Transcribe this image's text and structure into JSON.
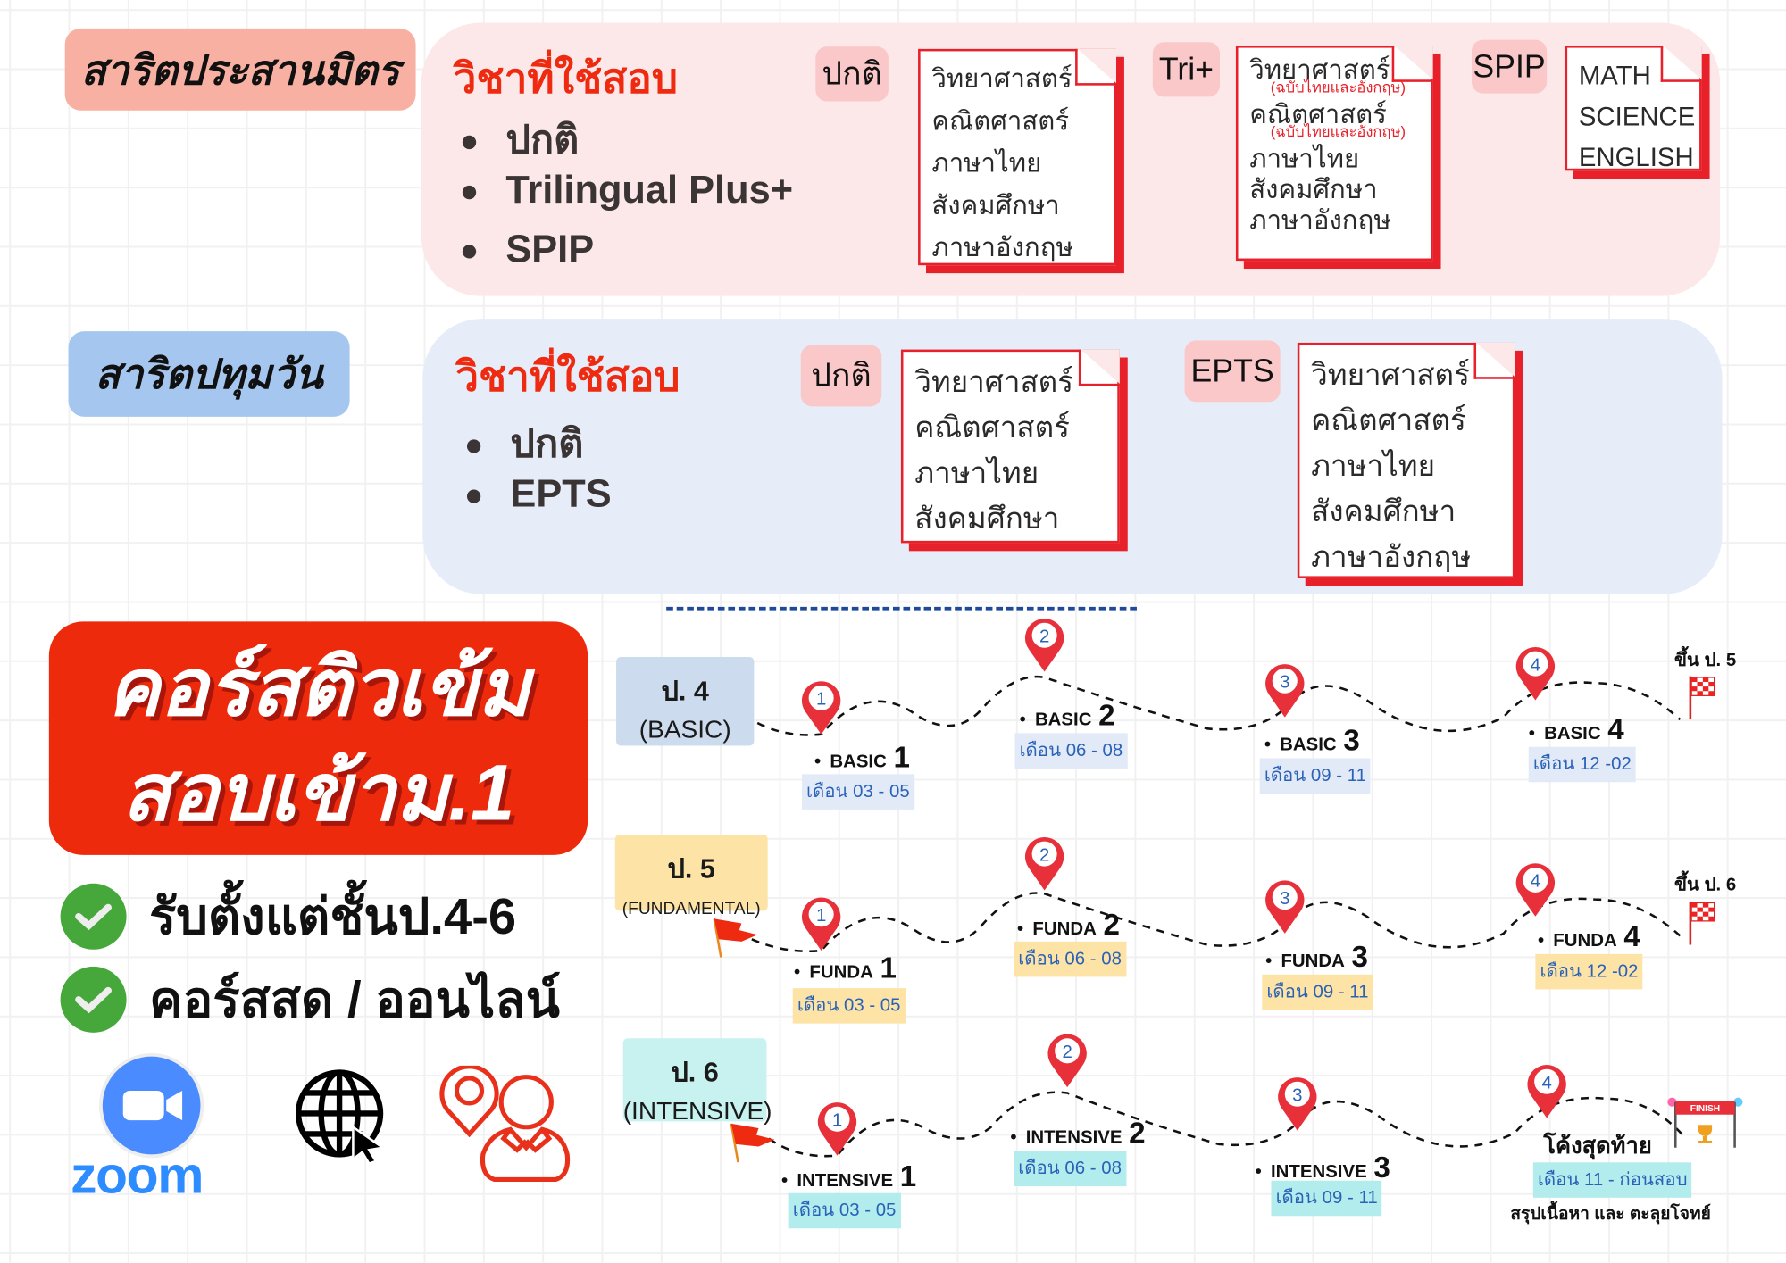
{
  "campus1": {
    "name": "สาริตประสานมิตร",
    "subjects_title": "วิชาที่ใช้สอบ",
    "programs": [
      "ปกติ",
      "Trilingual Plus+",
      "SPIP"
    ],
    "docs": [
      {
        "tag": "ปกติ",
        "lines": [
          {
            "t": "วิทยาศาสตร์"
          },
          {
            "t": "คณิตศาสตร์"
          },
          {
            "t": "ภาษาไทย"
          },
          {
            "t": "สังคมศึกษา"
          },
          {
            "t": "ภาษาอังกฤษ"
          }
        ]
      },
      {
        "tag": "Tri+",
        "lines": [
          {
            "t": "วิทยาศาสตร์",
            "sub": "(ฉบับไทยและอังกฤษ)"
          },
          {
            "t": "คณิตศาสตร์",
            "sub": "(ฉบับไทยและอังกฤษ)"
          },
          {
            "t": "ภาษาไทย"
          },
          {
            "t": "สังคมศึกษา"
          },
          {
            "t": "ภาษาอังกฤษ"
          }
        ]
      },
      {
        "tag": "SPIP",
        "lines": [
          {
            "t": "MATH"
          },
          {
            "t": "SCIENCE"
          },
          {
            "t": "ENGLISH"
          }
        ]
      }
    ]
  },
  "campus2": {
    "name": "สาริตปทุมวัน",
    "subjects_title": "วิชาที่ใช้สอบ",
    "programs": [
      "ปกติ",
      "EPTS"
    ],
    "docs": [
      {
        "tag": "ปกติ",
        "lines": [
          {
            "t": "วิทยาศาสตร์"
          },
          {
            "t": "คณิตศาสตร์"
          },
          {
            "t": "ภาษาไทย"
          },
          {
            "t": "สังคมศึกษา"
          }
        ]
      },
      {
        "tag": "EPTS",
        "lines": [
          {
            "t": "วิทยาศาสตร์"
          },
          {
            "t": "คณิตศาสตร์"
          },
          {
            "t": "ภาษาไทย"
          },
          {
            "t": "สังคมศึกษา"
          },
          {
            "t": "ภาษาอังกฤษ"
          }
        ]
      }
    ]
  },
  "headline": {
    "line1": "คอร์สติวเข้ม",
    "line2": "สอบเข้าม.1"
  },
  "features": [
    "รับตั้งแต่ชั้นป.4-6",
    "คอร์สสด / ออนไลน์"
  ],
  "icons": {
    "zoom_label": "zoom",
    "zoom": "zoom-video-icon",
    "web": "globe-cursor-icon",
    "onsite": "location-person-icon"
  },
  "colors": {
    "red": "#ee2a10",
    "pin": "#e8303a",
    "navy": "#1f4a9a",
    "green": "#46a83a"
  },
  "timeline": [
    {
      "grade": "ป. 4",
      "level": "(BASIC)",
      "bg": "#ccdcee",
      "date_bg": "#e2eaf7",
      "end": "ขึ้น ป. 5",
      "stages": [
        {
          "n": "1",
          "name": "BASIC",
          "date": "เดือน 03 - 05"
        },
        {
          "n": "2",
          "name": "BASIC",
          "date": "เดือน 06 - 08"
        },
        {
          "n": "3",
          "name": "BASIC",
          "date": "เดือน 09 - 11"
        },
        {
          "n": "4",
          "name": "BASIC",
          "date": "เดือน 12 -02"
        }
      ]
    },
    {
      "grade": "ป. 5",
      "level": "(FUNDAMENTAL)",
      "bg": "#fde4a6",
      "date_bg": "#fde4a6",
      "end": "ขึ้น ป. 6",
      "stages": [
        {
          "n": "1",
          "name": "FUNDA",
          "date": "เดือน 03 - 05"
        },
        {
          "n": "2",
          "name": "FUNDA",
          "date": "เดือน 06 - 08"
        },
        {
          "n": "3",
          "name": "FUNDA",
          "date": "เดือน 09 - 11"
        },
        {
          "n": "4",
          "name": "FUNDA",
          "date": "เดือน 12 -02"
        }
      ]
    },
    {
      "grade": "ป. 6",
      "level": "(INTENSIVE)",
      "bg": "#c8f2f0",
      "date_bg": "#b3ecec",
      "end": "FINISH",
      "stages": [
        {
          "n": "1",
          "name": "INTENSIVE",
          "date": "เดือน 03 - 05"
        },
        {
          "n": "2",
          "name": "INTENSIVE",
          "date": "เดือน 06 - 08"
        },
        {
          "n": "3",
          "name": "INTENSIVE",
          "date": "เดือน 09 - 11"
        },
        {
          "n": "4",
          "name": "โค้งสุดท้าย",
          "date": "เดือน 11 -  ก่อนสอบ",
          "note": "สรุปเนื้อหา และ ตะลุยโจทย์"
        }
      ]
    }
  ]
}
